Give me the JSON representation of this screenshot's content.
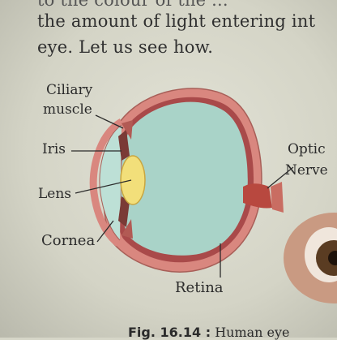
{
  "paragraph": {
    "line0": "to the colour of the ...",
    "line1": "the amount of light entering int",
    "line2": "eye. Let us see how."
  },
  "diagram": {
    "labels": {
      "ciliary_line1": "Ciliary",
      "ciliary_line2": "muscle",
      "iris": "Iris",
      "lens": "Lens",
      "cornea": "Cornea",
      "optic_line1": "Optic",
      "optic_line2": "Nerve",
      "retina": "Retina"
    },
    "colors": {
      "sclera": "#d9877f",
      "vitreous": "#a9d3c8",
      "lens": "#f2df7a",
      "nerve": "#b8483f",
      "choroid": "#a94a4a"
    }
  },
  "caption": {
    "number": "Fig. 16.14 :",
    "text": "Human eye"
  }
}
